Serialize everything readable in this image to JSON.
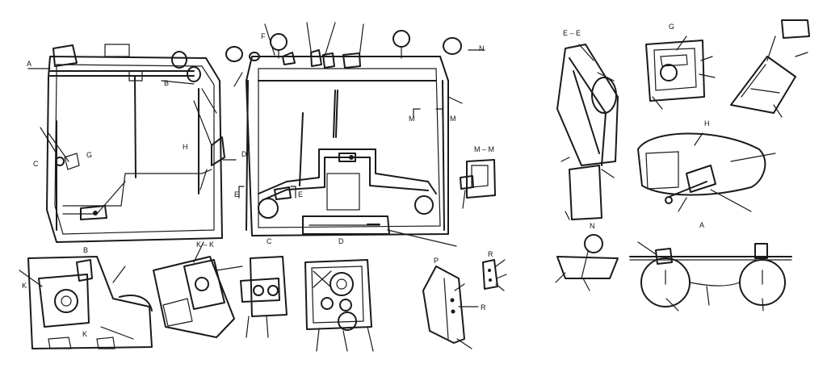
{
  "labels": {
    "a_top": "A",
    "b_top": "B",
    "c_left": "C",
    "g_left": "G",
    "h_left": "H",
    "b_bottom": "B",
    "f_top": "F",
    "n_top": "N",
    "d_side": "D",
    "e_left": "E",
    "e_right": "E",
    "c_bottom": "C",
    "d_bottom": "D",
    "m_left": "M",
    "m_right": "M",
    "mm_title": "M – M",
    "k_left": "K",
    "k_lower": "K",
    "kk_title": "K – K",
    "p_label": "P",
    "r_label": "R",
    "r_lower": "R",
    "ee_title": "E – E",
    "g_title": "G",
    "h_title": "H",
    "a_detail": "A",
    "n_detail": "N"
  }
}
